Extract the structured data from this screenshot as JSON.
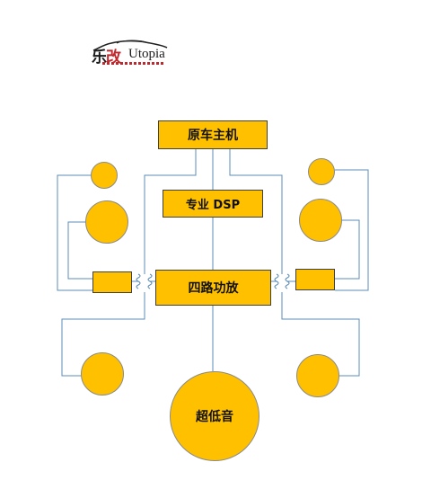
{
  "logo": {
    "brand_cn_1": "乐",
    "brand_cn_2": "改",
    "brand_en": "Utopia"
  },
  "nodes": {
    "head_unit": "原车主机",
    "dsp": "专业 DSP",
    "amplifier": "四路功放",
    "subwoofer": "超低音"
  },
  "colors": {
    "fill": "#FFC000",
    "line": "#5B8DB8",
    "border": "#404040"
  }
}
